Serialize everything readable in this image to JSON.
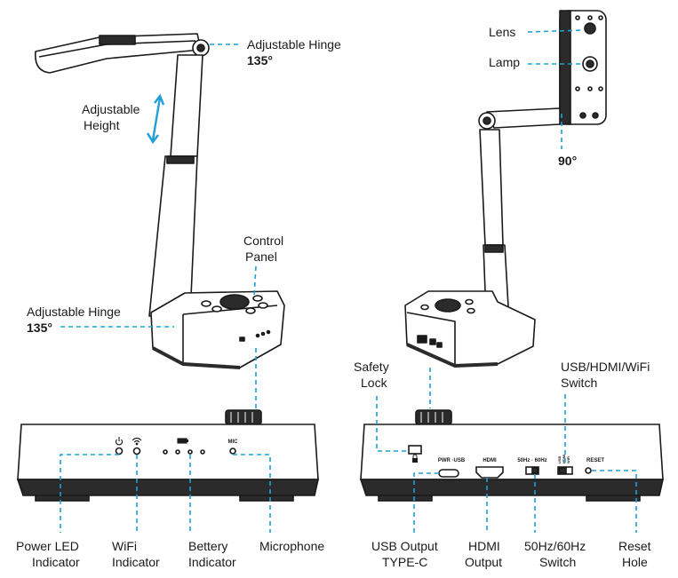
{
  "labels": {
    "adjustable_hinge_top": "Adjustable Hinge",
    "angle_top": "135°",
    "adjustable_height_line1": "Adjustable",
    "adjustable_height_line2": "Height",
    "control_panel_line1": "Control",
    "control_panel_line2": "Panel",
    "adjustable_hinge_bottom": "Adjustable Hinge",
    "angle_bottom": "135°",
    "lens": "Lens",
    "lamp": "Lamp",
    "angle_head": "90°",
    "safety_lock_line1": "Safety",
    "safety_lock_line2": "Lock",
    "switch_line1": "USB/HDMI/WiFi",
    "switch_line2": "Switch",
    "power_led_line1": "Power LED",
    "power_led_line2": "Indicator",
    "wifi_line1": "WiFi",
    "wifi_line2": "Indicator",
    "battery_line1": "Bettery",
    "battery_line2": "Indicator",
    "microphone": "Microphone",
    "usb_output_line1": "USB Output",
    "usb_output_line2": "TYPE-C",
    "hdmi_line1": "HDMI",
    "hdmi_line2": "Output",
    "hz_line1": "50Hz/60Hz",
    "hz_line2": "Switch",
    "reset_line1": "Reset",
    "reset_line2": "Hole"
  },
  "panel_text": {
    "mic": "MIC",
    "pwr_usb": "PWR ·USB",
    "hdmi": "HDMI",
    "hz": "50Hz · 60Hz",
    "reset": "RESET"
  },
  "colors": {
    "leader": "#1e9fd6",
    "device_dark": "#2b2b2b",
    "device_outline": "#1a1a1a"
  }
}
